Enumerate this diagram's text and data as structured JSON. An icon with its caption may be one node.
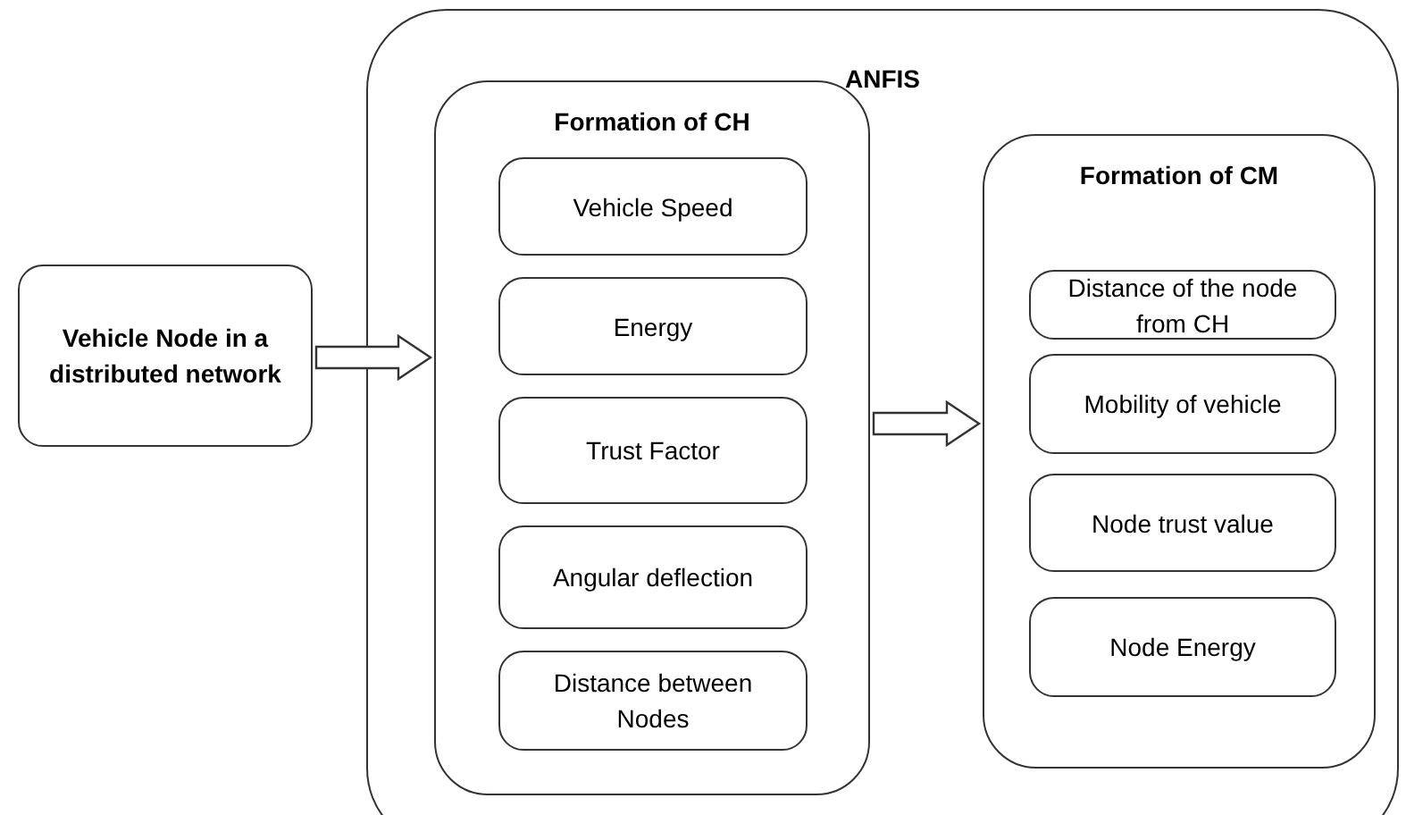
{
  "diagram": {
    "nodes": [
      {
        "text": [
          "Vehicle Node in a distributed network"
        ]
      },
      {
        "text": [
          "ANFIS"
        ]
      },
      {
        "text": [
          "Formation of CH"
        ],
        "in": 1
      },
      {
        "text": [
          "Vehicle Speed"
        ],
        "in": 2
      },
      {
        "text": [
          "Energy"
        ],
        "in": 2
      },
      {
        "text": [
          "Trust Factor"
        ],
        "in": 2
      },
      {
        "text": [
          "Angular deflection"
        ],
        "in": 2
      },
      {
        "text": [
          "Distance between Nodes"
        ],
        "in": 2
      },
      {
        "text": [
          "Formation of CM"
        ],
        "in": 1
      },
      {
        "text": [
          "Distance of the node from CH"
        ],
        "in": 8
      },
      {
        "text": [
          "Mobility of vehicle"
        ],
        "in": 8
      },
      {
        "text": [
          "Node trust value"
        ],
        "in": 8
      },
      {
        "text": [
          "Node Energy"
        ],
        "in": 8
      }
    ],
    "edges": [
      {
        "from": 0,
        "to": 2,
        "arrow": "to"
      },
      {
        "from": 2,
        "to": 8,
        "arrow": "to"
      }
    ]
  }
}
